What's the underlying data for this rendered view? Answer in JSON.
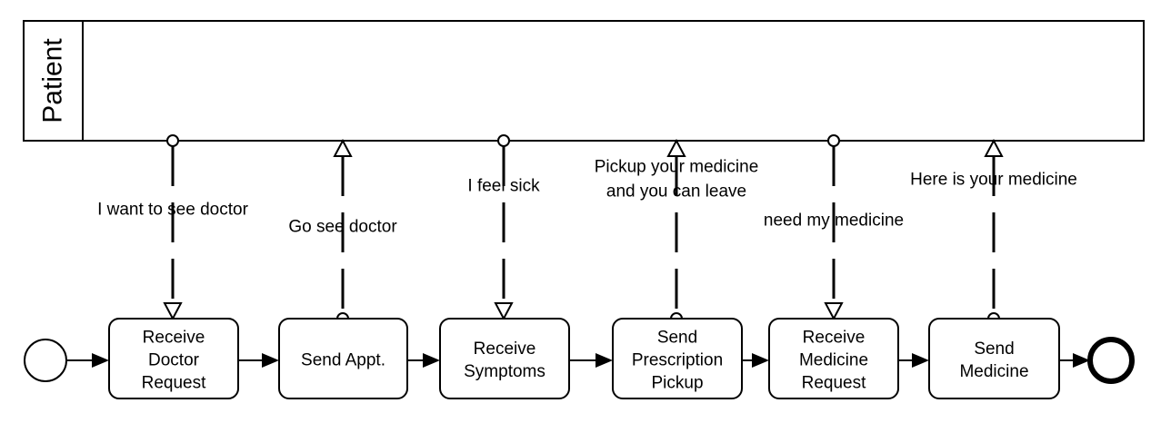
{
  "pool": {
    "label": "Patient"
  },
  "tasks": [
    {
      "lines": [
        "Receive",
        "Doctor",
        "Request"
      ]
    },
    {
      "lines": [
        "Send Appt."
      ]
    },
    {
      "lines": [
        "Receive",
        "Symptoms"
      ]
    },
    {
      "lines": [
        "Send",
        "Prescription",
        "Pickup"
      ]
    },
    {
      "lines": [
        "Receive",
        "Medicine",
        "Request"
      ]
    },
    {
      "lines": [
        "Send",
        "Medicine"
      ]
    }
  ],
  "messages": [
    {
      "direction": "down",
      "lines": [
        "I want to see doctor"
      ]
    },
    {
      "direction": "up",
      "lines": [
        "Go see doctor"
      ]
    },
    {
      "direction": "down",
      "lines": [
        "I feel sick"
      ]
    },
    {
      "direction": "up",
      "lines": [
        "Pickup your medicine",
        "and you can leave"
      ]
    },
    {
      "direction": "down",
      "lines": [
        "need my medicine"
      ]
    },
    {
      "direction": "up",
      "lines": [
        "Here is your medicine"
      ]
    }
  ]
}
